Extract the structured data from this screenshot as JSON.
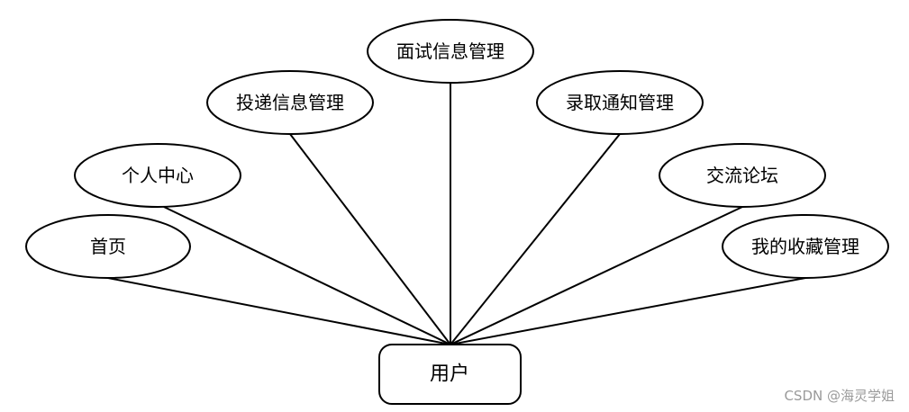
{
  "root": {
    "label": "用户"
  },
  "features": [
    {
      "id": "home",
      "label": "首页"
    },
    {
      "id": "personal-center",
      "label": "个人中心"
    },
    {
      "id": "delivery-info",
      "label": "投递信息管理"
    },
    {
      "id": "interview-info",
      "label": "面试信息管理"
    },
    {
      "id": "admission-notice",
      "label": "录取通知管理"
    },
    {
      "id": "forum",
      "label": "交流论坛"
    },
    {
      "id": "favorites",
      "label": "我的收藏管理"
    }
  ],
  "watermark": "CSDN @海灵学姐"
}
